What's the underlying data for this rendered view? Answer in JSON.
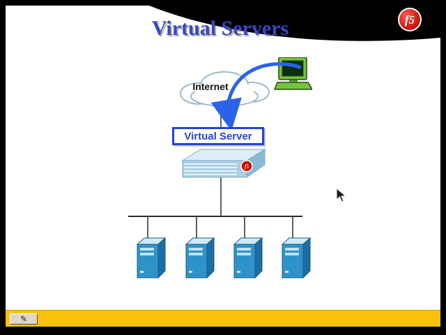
{
  "title": "Virtual Servers",
  "logo": {
    "text": "f5"
  },
  "diagram": {
    "internet_label": "Internet",
    "virtual_server_label": "Virtual Server",
    "pool_server_count": 4
  },
  "toolbar": {
    "pen_glyph": "✎"
  },
  "colors": {
    "title_blue": "#3a46c0",
    "box_border_blue": "#2446c8",
    "arrow_blue": "#2b63e8",
    "server_front_blue": "#2f93c8",
    "server_side_blue": "#1a6ea6",
    "appliance_blue": "#aacfe6",
    "logo_red": "#d01a12",
    "bottom_bar_yellow": "#f7c208",
    "background_black": "#000000",
    "slide_white": "#ffffff"
  }
}
